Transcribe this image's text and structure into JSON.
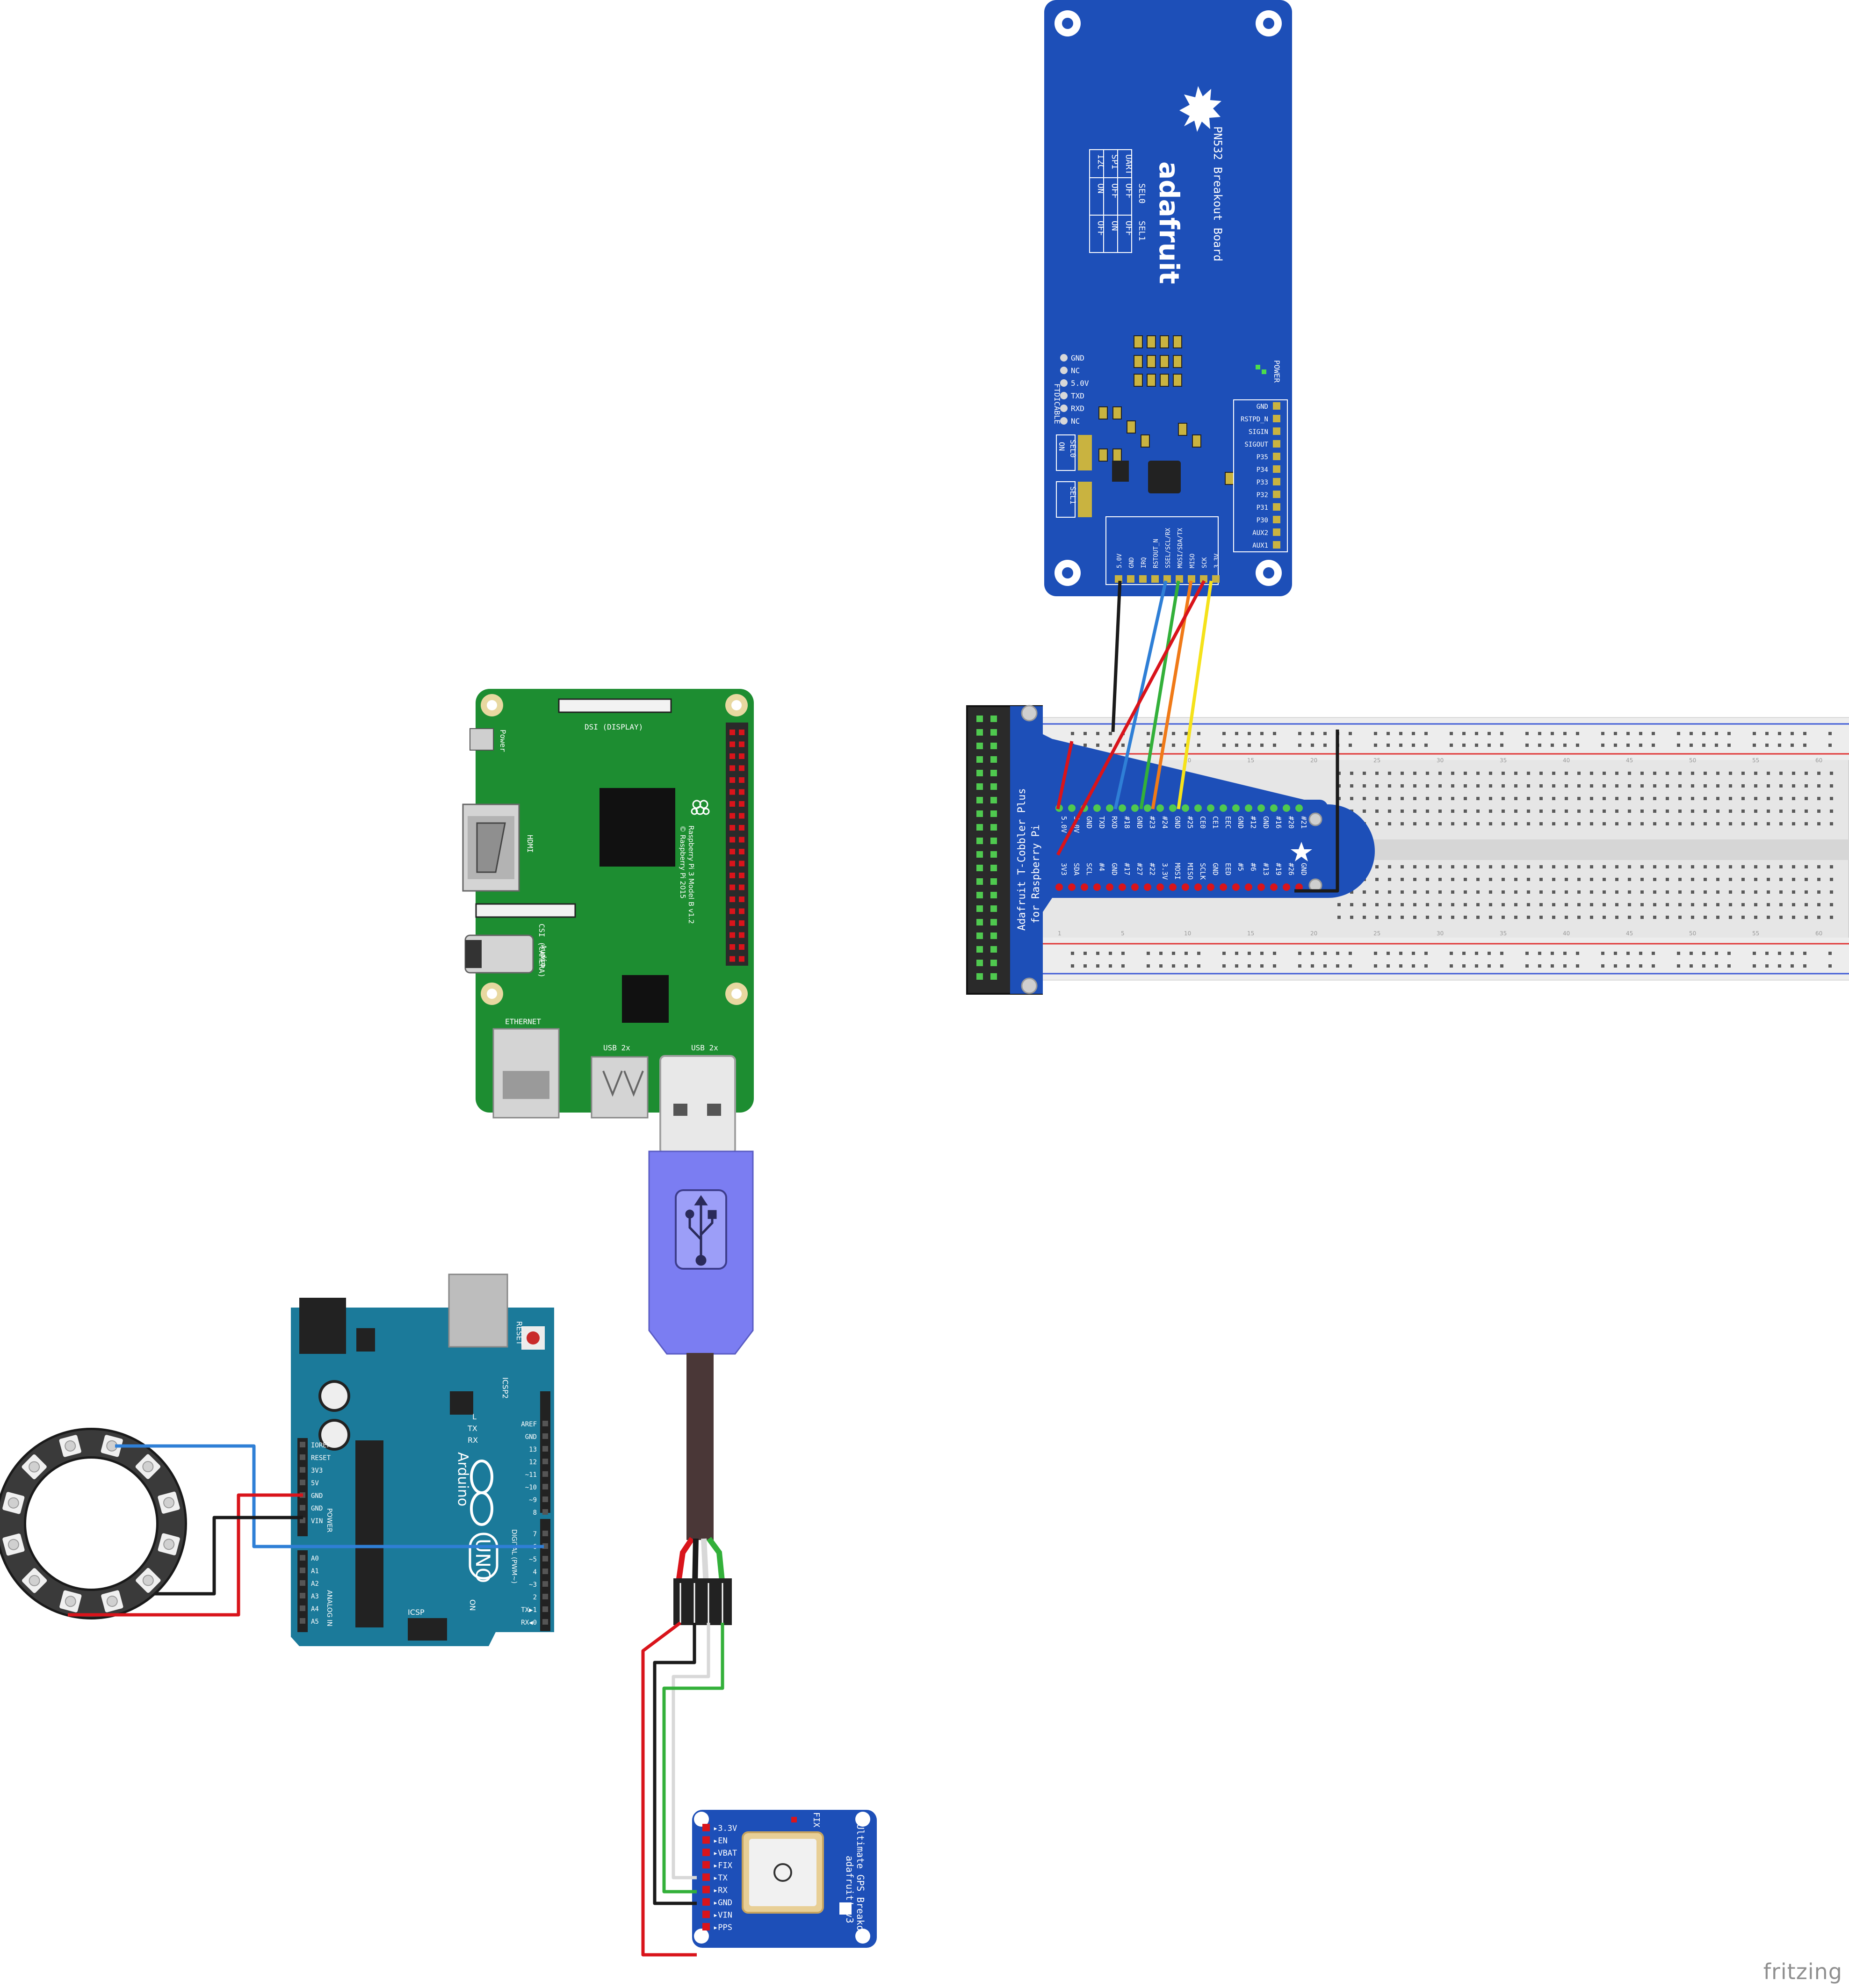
{
  "watermark": "fritzing",
  "pn532": {
    "title": "PN532 Breakout Board",
    "brand": "adafruit",
    "mode_table": {
      "header": [
        "SEL0",
        "SEL1"
      ],
      "rows": [
        {
          "mode": "UART",
          "sel0": "OFF",
          "sel1": "OFF"
        },
        {
          "mode": "SPI",
          "sel0": "OFF",
          "sel1": "ON"
        },
        {
          "mode": "I2C",
          "sel0": "ON",
          "sel1": "OFF"
        }
      ]
    },
    "ftdi_label": "FTDICABLE",
    "ftdi_pins": [
      "GND",
      "NC",
      "5.0V",
      "TXD",
      "RXD",
      "NC"
    ],
    "power_label": "POWER",
    "right_pins": [
      "GND",
      "RSTPD_N",
      "SIGIN",
      "SIGOUT",
      "P35",
      "P34",
      "P33",
      "P32",
      "P31",
      "P30",
      "AUX2",
      "AUX1"
    ],
    "bottom_pins": [
      "5.0V",
      "GND",
      "IRQ",
      "RSTOUT_N",
      "SSEL/SCL/RX",
      "MOSI/SDA/TX",
      "MISO",
      "SCK",
      "3.3V"
    ],
    "sel_labels": [
      "SEL0",
      "SEL1"
    ],
    "on_label": "ON"
  },
  "cobbler": {
    "label_line1": "Adafruit T-Cobbler Plus",
    "label_line2": "for Raspberry Pi",
    "top_pins": [
      "5.0V",
      "5.0V",
      "GND",
      "TXD",
      "RXD",
      "#18",
      "GND",
      "#23",
      "#24",
      "GND",
      "#25",
      "CE0",
      "CE1",
      "EEC",
      "GND",
      "#12",
      "GND",
      "#16",
      "#20",
      "#21"
    ],
    "bottom_pins": [
      "3V3",
      "SDA",
      "SCL",
      "#4",
      "GND",
      "#17",
      "#27",
      "#22",
      "3.3V",
      "MOSI",
      "MISO",
      "SCLK",
      "GND",
      "EED",
      "#5",
      "#6",
      "#13",
      "#19",
      "#26",
      "GND"
    ]
  },
  "breadboard": {
    "column_numbers": [
      "1",
      "5",
      "10",
      "15",
      "20",
      "25",
      "30",
      "35",
      "40",
      "45",
      "50",
      "55",
      "60"
    ]
  },
  "raspberry_pi": {
    "dsi_label": "DSI (DISPLAY)",
    "csi_label": "CSI (CAMERA)",
    "power_label": "Power",
    "hdmi_label": "HDMI",
    "audio_label": "Audio",
    "ethernet_label": "ETHERNET",
    "usb_label_1": "USB 2x",
    "usb_label_2": "USB 2x",
    "model_label": "Raspberry Pi 3 Model B v1.2",
    "copyright_label": "© Raspberry Pi 2015"
  },
  "arduino": {
    "brand": "Arduino",
    "model": "UNO",
    "reset_label": "RESET",
    "icsp_top": "ICSP2",
    "icsp_bottom": "ICSP",
    "led_labels": [
      "TX",
      "RX",
      "L"
    ],
    "on_label": "ON",
    "power_header": "POWER",
    "analog_header": "ANALOG IN",
    "digital_header": "DIGITAL (PWM~)",
    "power_pins": [
      "IOREF",
      "RESET",
      "3V3",
      "5V",
      "GND",
      "GND",
      "VIN"
    ],
    "analog_pins": [
      "A0",
      "A1",
      "A2",
      "A3",
      "A4",
      "A5"
    ],
    "digital_top": [
      "AREF",
      "GND",
      "13",
      "12",
      "~11",
      "~10",
      "~9",
      "8"
    ],
    "digital_bottom": [
      "7",
      "~6",
      "~5",
      "4",
      "~3",
      "2",
      "TX▶1",
      "RX◀0"
    ]
  },
  "gps": {
    "title": "Ultimate GPS Breakout",
    "brand": "adafruit! v3",
    "fix_label": "FIX",
    "pins": [
      "3.3V",
      "EN",
      "VBAT",
      "FIX",
      "TX",
      "RX",
      "GND",
      "VIN",
      "PPS"
    ]
  },
  "neopixel_ring": {
    "led_count": 12
  },
  "colors": {
    "adafruit_blue": "#1d4fb8",
    "rpi_green": "#1d8d31",
    "arduino_teal": "#1b7a9a",
    "usb_purple": "#7b7df2",
    "wire_red": "#d9141b",
    "wire_black": "#1a1a1a",
    "wire_blue": "#2f7fd6",
    "wire_green": "#33b03a",
    "wire_orange": "#f07a18",
    "wire_yellow": "#f5e21a",
    "wire_white": "#d8d8d8"
  }
}
